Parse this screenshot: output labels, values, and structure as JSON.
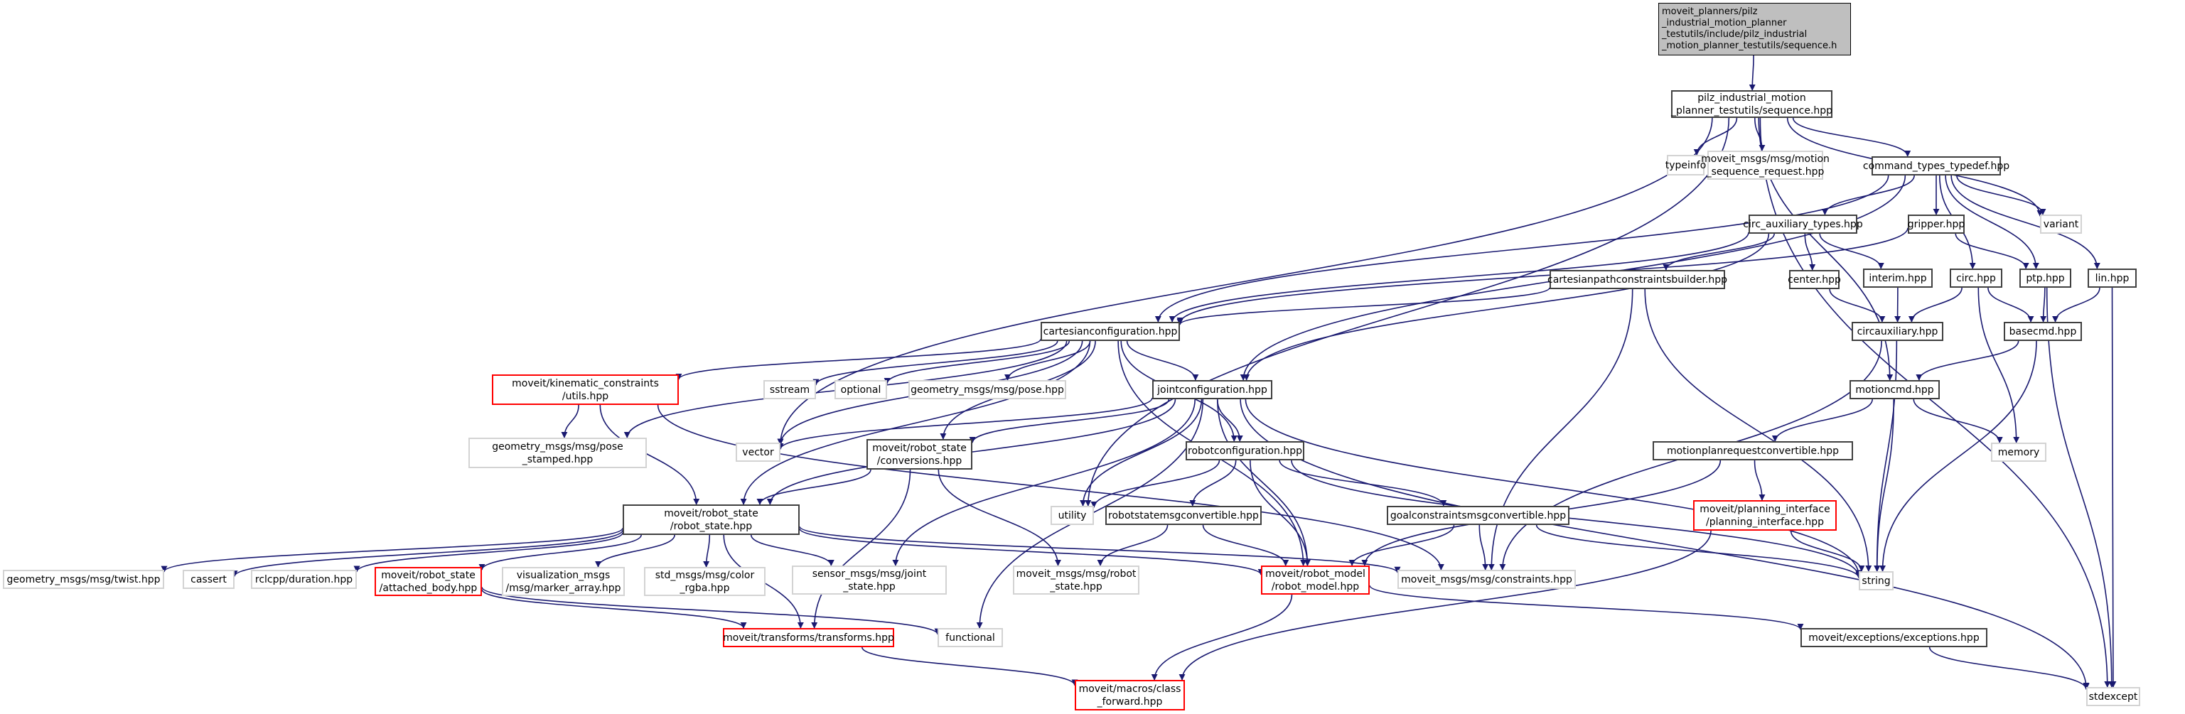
{
  "graph": {
    "title": "Include dependency graph for sequence.h",
    "colors": {
      "edge": "#191970",
      "documented_border": "#404040",
      "external_border": "#d3d3d3",
      "incomplete_border": "#ff0000",
      "root_fill": "#bfbfbf"
    },
    "nodes": [
      {
        "id": "root",
        "label": "moveit_planners/pilz\n_industrial_motion_planner\n_testutils/include/pilz_industrial\n_motion_planner_testutils/sequence.h",
        "kind": "root"
      },
      {
        "id": "sequence_hpp",
        "label": "pilz_industrial_motion\n_planner_testutils/sequence.hpp",
        "kind": "doc"
      },
      {
        "id": "typeinfo",
        "label": "typeinfo",
        "kind": "ext"
      },
      {
        "id": "motion_sequence_request",
        "label": "moveit_msgs/msg/motion\n_sequence_request.hpp",
        "kind": "ext"
      },
      {
        "id": "command_types_typedef",
        "label": "command_types_typedef.hpp",
        "kind": "doc"
      },
      {
        "id": "variant",
        "label": "variant",
        "kind": "ext"
      },
      {
        "id": "circ_auxiliary_types",
        "label": "circ_auxiliary_types.hpp",
        "kind": "doc"
      },
      {
        "id": "gripper",
        "label": "gripper.hpp",
        "kind": "doc"
      },
      {
        "id": "cartesianpathconstraintsbuilder",
        "label": "cartesianpathconstraintsbuilder.hpp",
        "kind": "doc"
      },
      {
        "id": "center",
        "label": "center.hpp",
        "kind": "doc"
      },
      {
        "id": "interim",
        "label": "interim.hpp",
        "kind": "doc"
      },
      {
        "id": "circ",
        "label": "circ.hpp",
        "kind": "doc"
      },
      {
        "id": "ptp",
        "label": "ptp.hpp",
        "kind": "doc"
      },
      {
        "id": "lin",
        "label": "lin.hpp",
        "kind": "doc"
      },
      {
        "id": "cartesianconfiguration",
        "label": "cartesianconfiguration.hpp",
        "kind": "doc"
      },
      {
        "id": "circauxiliary",
        "label": "circauxiliary.hpp",
        "kind": "doc"
      },
      {
        "id": "basecmd",
        "label": "basecmd.hpp",
        "kind": "doc"
      },
      {
        "id": "kinematic_utils",
        "label": "moveit/kinematic_constraints\n/utils.hpp",
        "kind": "red"
      },
      {
        "id": "sstream",
        "label": "sstream",
        "kind": "ext"
      },
      {
        "id": "optional",
        "label": "optional",
        "kind": "ext"
      },
      {
        "id": "pose",
        "label": "geometry_msgs/msg/pose.hpp",
        "kind": "ext"
      },
      {
        "id": "jointconfiguration",
        "label": "jointconfiguration.hpp",
        "kind": "doc"
      },
      {
        "id": "motioncmd",
        "label": "motioncmd.hpp",
        "kind": "doc"
      },
      {
        "id": "pose_stamped",
        "label": "geometry_msgs/msg/pose\n_stamped.hpp",
        "kind": "ext"
      },
      {
        "id": "vector",
        "label": "vector",
        "kind": "ext"
      },
      {
        "id": "conversions",
        "label": "moveit/robot_state\n/conversions.hpp",
        "kind": "doc"
      },
      {
        "id": "robotconfiguration",
        "label": "robotconfiguration.hpp",
        "kind": "doc"
      },
      {
        "id": "motionplanrequestconvertible",
        "label": "motionplanrequestconvertible.hpp",
        "kind": "doc"
      },
      {
        "id": "memory",
        "label": "memory",
        "kind": "ext"
      },
      {
        "id": "robot_state",
        "label": "moveit/robot_state\n/robot_state.hpp",
        "kind": "doc"
      },
      {
        "id": "utility",
        "label": "utility",
        "kind": "ext"
      },
      {
        "id": "robotstatemsgconvertible",
        "label": "robotstatemsgconvertible.hpp",
        "kind": "doc"
      },
      {
        "id": "goalconstraintsmsgconvertible",
        "label": "goalconstraintsmsgconvertible.hpp",
        "kind": "doc"
      },
      {
        "id": "planning_interface",
        "label": "moveit/planning_interface\n/planning_interface.hpp",
        "kind": "red"
      },
      {
        "id": "twist",
        "label": "geometry_msgs/msg/twist.hpp",
        "kind": "ext"
      },
      {
        "id": "cassert",
        "label": "cassert",
        "kind": "ext"
      },
      {
        "id": "duration",
        "label": "rclcpp/duration.hpp",
        "kind": "ext"
      },
      {
        "id": "attached_body",
        "label": "moveit/robot_state\n/attached_body.hpp",
        "kind": "red"
      },
      {
        "id": "marker_array",
        "label": "visualization_msgs\n/msg/marker_array.hpp",
        "kind": "ext"
      },
      {
        "id": "color_rgba",
        "label": "std_msgs/msg/color\n_rgba.hpp",
        "kind": "ext"
      },
      {
        "id": "joint_state",
        "label": "sensor_msgs/msg/joint\n_state.hpp",
        "kind": "ext"
      },
      {
        "id": "robot_state_msg",
        "label": "moveit_msgs/msg/robot\n_state.hpp",
        "kind": "ext"
      },
      {
        "id": "robot_model",
        "label": "moveit/robot_model\n/robot_model.hpp",
        "kind": "red"
      },
      {
        "id": "constraints",
        "label": "moveit_msgs/msg/constraints.hpp",
        "kind": "ext"
      },
      {
        "id": "string",
        "label": "string",
        "kind": "ext"
      },
      {
        "id": "transforms",
        "label": "moveit/transforms/transforms.hpp",
        "kind": "red"
      },
      {
        "id": "functional",
        "label": "functional",
        "kind": "ext"
      },
      {
        "id": "exceptions",
        "label": "moveit/exceptions/exceptions.hpp",
        "kind": "doc"
      },
      {
        "id": "class_forward",
        "label": "moveit/macros/class\n_forward.hpp",
        "kind": "red"
      },
      {
        "id": "stdexcept",
        "label": "stdexcept",
        "kind": "ext"
      }
    ],
    "edges": [
      [
        "root",
        "sequence_hpp"
      ],
      [
        "sequence_hpp",
        "typeinfo"
      ],
      [
        "sequence_hpp",
        "motion_sequence_request"
      ],
      [
        "sequence_hpp",
        "command_types_typedef"
      ],
      [
        "sequence_hpp",
        "variant"
      ],
      [
        "sequence_hpp",
        "stdexcept"
      ],
      [
        "sequence_hpp",
        "motioncmd"
      ],
      [
        "sequence_hpp",
        "vector"
      ],
      [
        "sequence_hpp",
        "utility"
      ],
      [
        "command_types_typedef",
        "variant"
      ],
      [
        "command_types_typedef",
        "circ_auxiliary_types"
      ],
      [
        "command_types_typedef",
        "gripper"
      ],
      [
        "command_types_typedef",
        "circ"
      ],
      [
        "command_types_typedef",
        "ptp"
      ],
      [
        "command_types_typedef",
        "lin"
      ],
      [
        "command_types_typedef",
        "cartesianconfiguration"
      ],
      [
        "command_types_typedef",
        "jointconfiguration"
      ],
      [
        "circ_auxiliary_types",
        "cartesianpathconstraintsbuilder"
      ],
      [
        "circ_auxiliary_types",
        "center"
      ],
      [
        "circ_auxiliary_types",
        "interim"
      ],
      [
        "circ_auxiliary_types",
        "cartesianconfiguration"
      ],
      [
        "circ_auxiliary_types",
        "jointconfiguration"
      ],
      [
        "gripper",
        "ptp"
      ],
      [
        "gripper",
        "cartesianconfiguration"
      ],
      [
        "cartesianpathconstraintsbuilder",
        "cartesianconfiguration"
      ],
      [
        "cartesianpathconstraintsbuilder",
        "constraints"
      ],
      [
        "cartesianpathconstraintsbuilder",
        "string"
      ],
      [
        "center",
        "circauxiliary"
      ],
      [
        "interim",
        "circauxiliary"
      ],
      [
        "circ",
        "circauxiliary"
      ],
      [
        "circ",
        "basecmd"
      ],
      [
        "circ",
        "memory"
      ],
      [
        "ptp",
        "basecmd"
      ],
      [
        "ptp",
        "stdexcept"
      ],
      [
        "lin",
        "basecmd"
      ],
      [
        "lin",
        "stdexcept"
      ],
      [
        "circauxiliary",
        "constraints"
      ],
      [
        "circauxiliary",
        "string"
      ],
      [
        "basecmd",
        "motioncmd"
      ],
      [
        "basecmd",
        "string"
      ],
      [
        "motioncmd",
        "motionplanrequestconvertible"
      ],
      [
        "motioncmd",
        "memory"
      ],
      [
        "motioncmd",
        "string"
      ],
      [
        "motionplanrequestconvertible",
        "planning_interface"
      ],
      [
        "motionplanrequestconvertible",
        "robot_model"
      ],
      [
        "planning_interface",
        "string"
      ],
      [
        "planning_interface",
        "class_forward"
      ],
      [
        "cartesianconfiguration",
        "kinematic_utils"
      ],
      [
        "cartesianconfiguration",
        "sstream"
      ],
      [
        "cartesianconfiguration",
        "optional"
      ],
      [
        "cartesianconfiguration",
        "pose"
      ],
      [
        "cartesianconfiguration",
        "jointconfiguration"
      ],
      [
        "cartesianconfiguration",
        "pose_stamped"
      ],
      [
        "cartesianconfiguration",
        "vector"
      ],
      [
        "cartesianconfiguration",
        "conversions"
      ],
      [
        "cartesianconfiguration",
        "robot_state"
      ],
      [
        "cartesianconfiguration",
        "robotconfiguration"
      ],
      [
        "cartesianconfiguration",
        "robot_model"
      ],
      [
        "kinematic_utils",
        "pose_stamped"
      ],
      [
        "kinematic_utils",
        "robot_state"
      ],
      [
        "kinematic_utils",
        "constraints"
      ],
      [
        "jointconfiguration",
        "vector"
      ],
      [
        "jointconfiguration",
        "conversions"
      ],
      [
        "jointconfiguration",
        "robot_state"
      ],
      [
        "jointconfiguration",
        "robotconfiguration"
      ],
      [
        "jointconfiguration",
        "utility"
      ],
      [
        "jointconfiguration",
        "joint_state"
      ],
      [
        "jointconfiguration",
        "functional"
      ],
      [
        "jointconfiguration",
        "robot_model"
      ],
      [
        "jointconfiguration",
        "string"
      ],
      [
        "jointconfiguration",
        "stdexcept"
      ],
      [
        "conversions",
        "robot_state"
      ],
      [
        "conversions",
        "robot_state_msg"
      ],
      [
        "conversions",
        "transforms"
      ],
      [
        "robotconfiguration",
        "utility"
      ],
      [
        "robotconfiguration",
        "robotstatemsgconvertible"
      ],
      [
        "robotconfiguration",
        "goalconstraintsmsgconvertible"
      ],
      [
        "robotconfiguration",
        "robot_model"
      ],
      [
        "robotconfiguration",
        "string"
      ],
      [
        "robotstatemsgconvertible",
        "robot_state_msg"
      ],
      [
        "robotstatemsgconvertible",
        "robot_model"
      ],
      [
        "goalconstraintsmsgconvertible",
        "robot_model"
      ],
      [
        "goalconstraintsmsgconvertible",
        "constraints"
      ],
      [
        "goalconstraintsmsgconvertible",
        "string"
      ],
      [
        "robot_state",
        "twist"
      ],
      [
        "robot_state",
        "cassert"
      ],
      [
        "robot_state",
        "duration"
      ],
      [
        "robot_state",
        "attached_body"
      ],
      [
        "robot_state",
        "marker_array"
      ],
      [
        "robot_state",
        "color_rgba"
      ],
      [
        "robot_state",
        "joint_state"
      ],
      [
        "robot_state",
        "transforms"
      ],
      [
        "robot_state",
        "robot_model"
      ],
      [
        "robot_state",
        "constraints"
      ],
      [
        "attached_body",
        "transforms"
      ],
      [
        "attached_body",
        "functional"
      ],
      [
        "transforms",
        "class_forward"
      ],
      [
        "robot_model",
        "exceptions"
      ],
      [
        "robot_model",
        "class_forward"
      ],
      [
        "exceptions",
        "stdexcept"
      ]
    ]
  }
}
